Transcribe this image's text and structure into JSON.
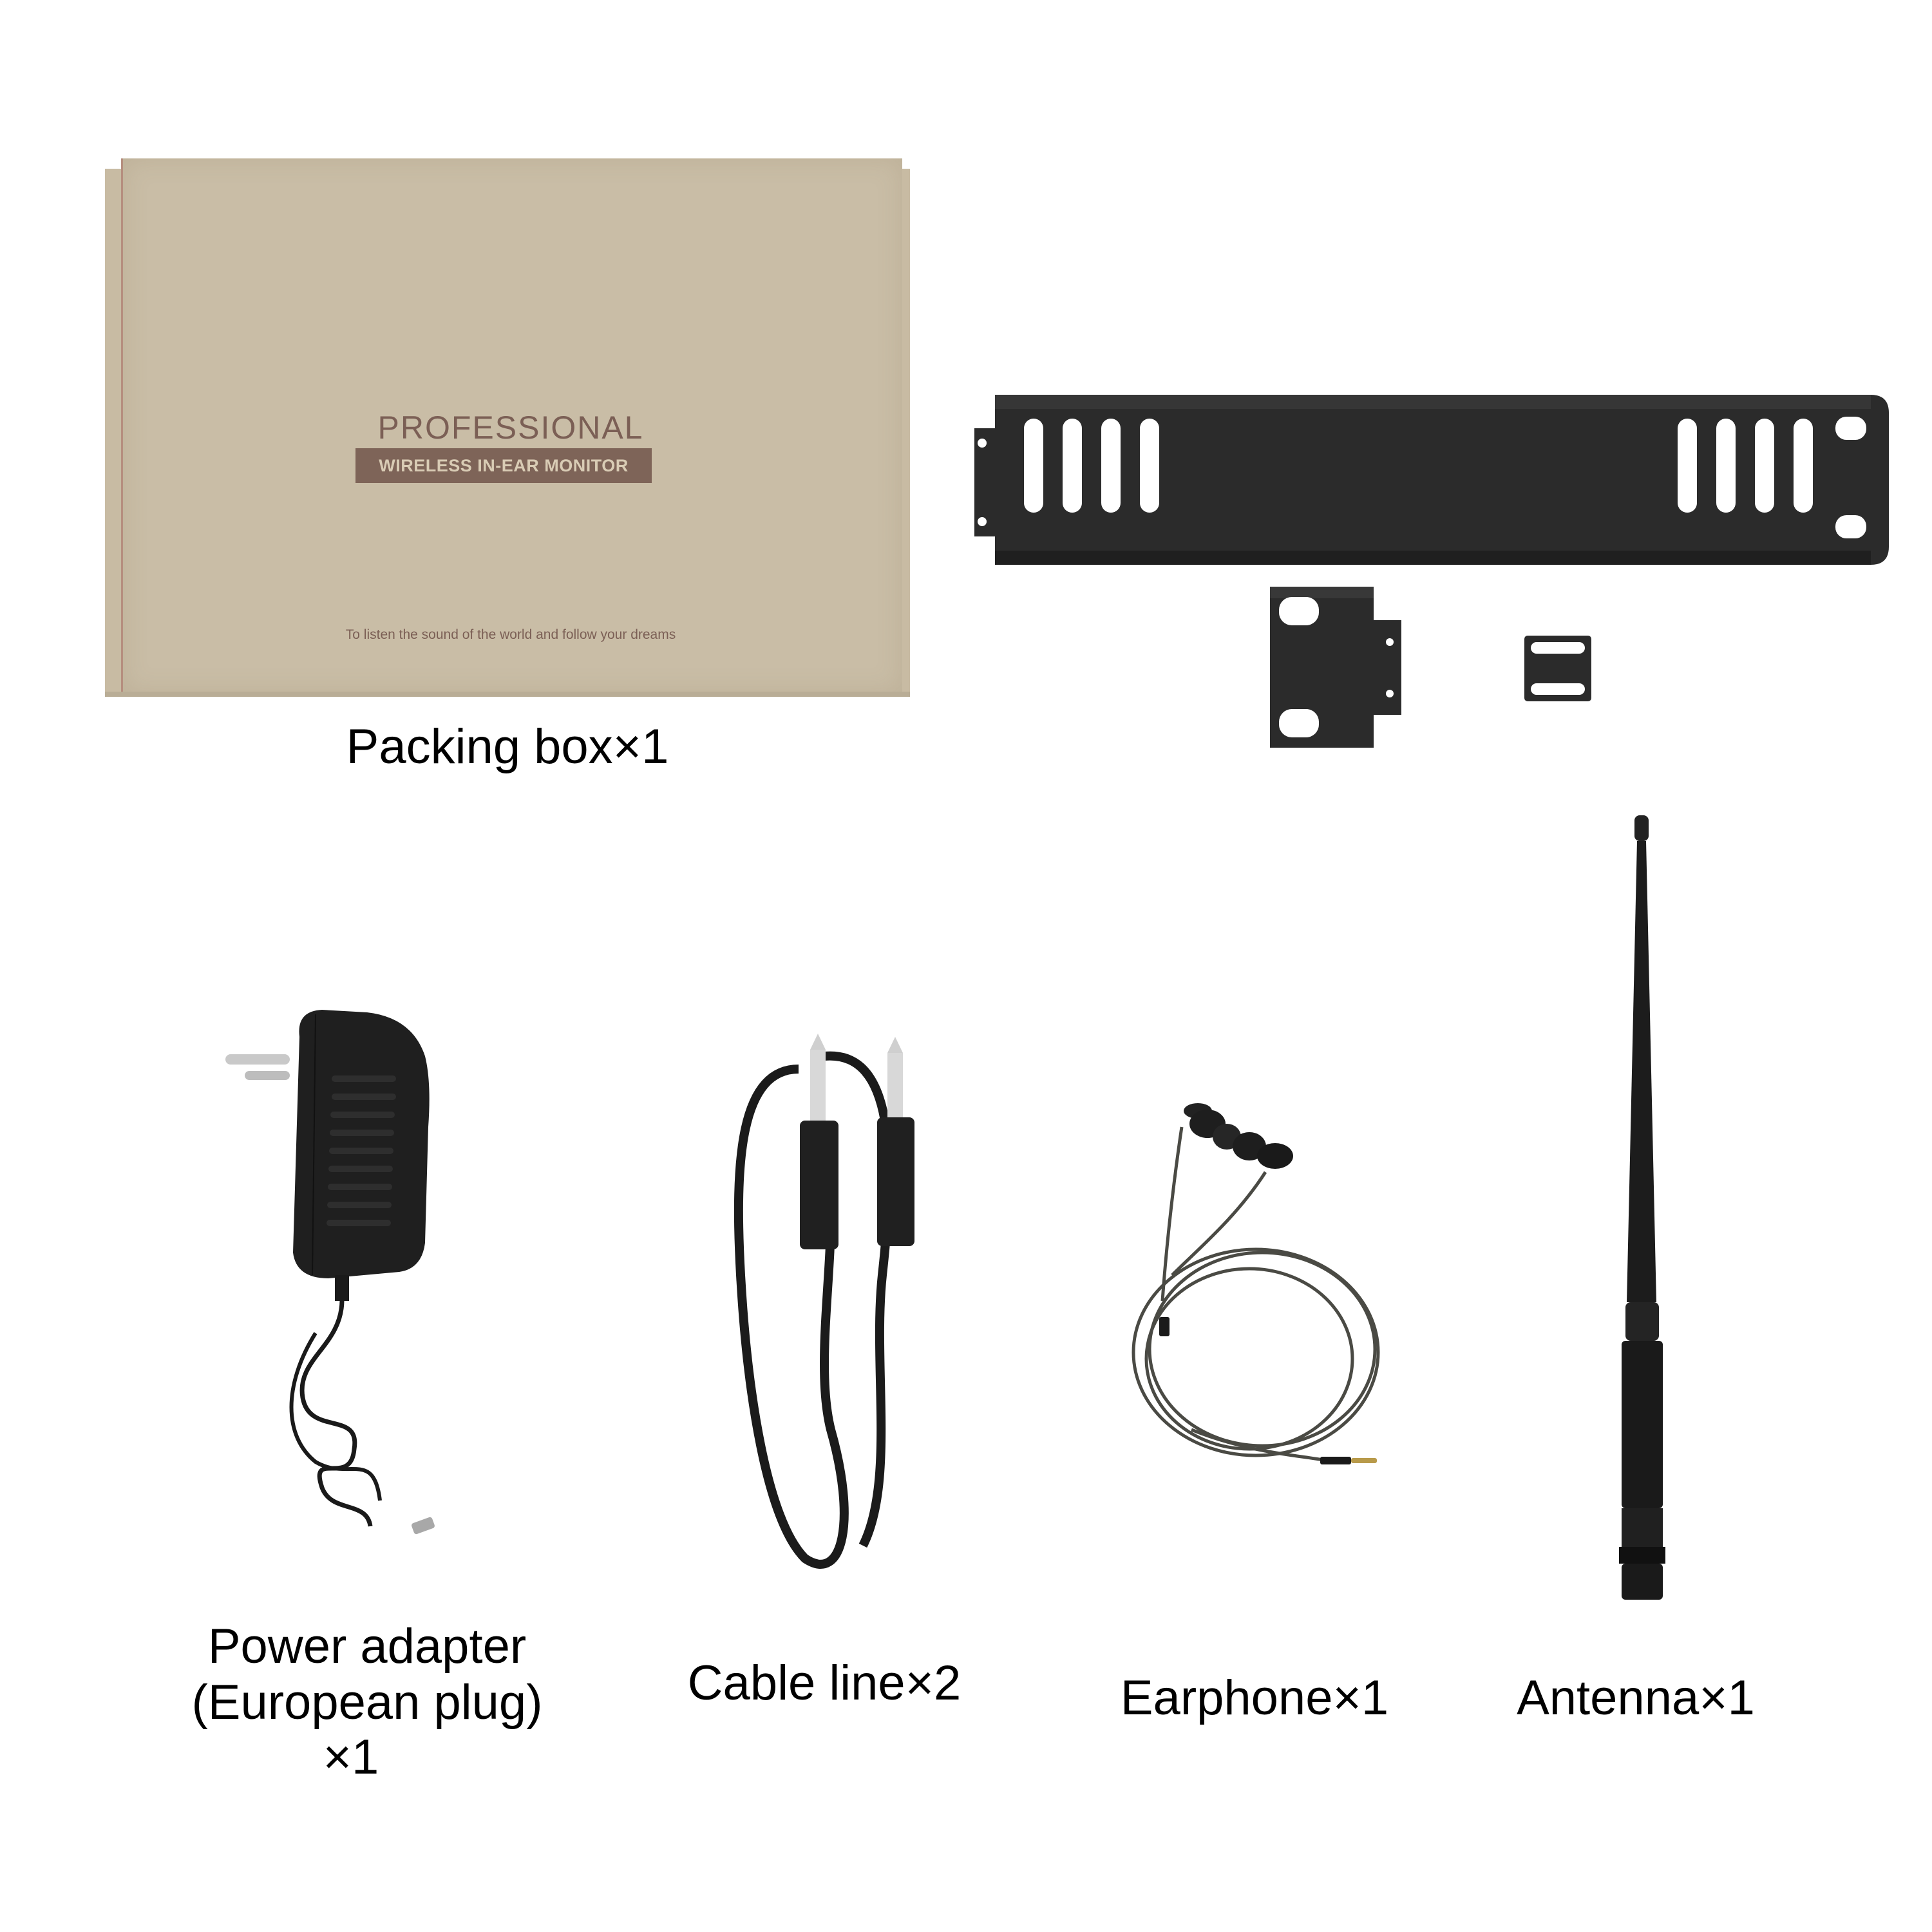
{
  "packing_box": {
    "title": "PROFESSIONAL",
    "band": "WIRELESS IN-EAR MONITOR",
    "slogan": "To listen the sound of the world and follow your dreams",
    "label": "Packing box×1",
    "color": "#c9bda6",
    "print_color": "#7e6458"
  },
  "rack_mount": {
    "item": "rack-mount-bracket-set",
    "color": "#2b2b2b"
  },
  "items": [
    {
      "id": "power-adapter",
      "label_lines": [
        "Power adapter",
        "(European plug)",
        "×1"
      ]
    },
    {
      "id": "cable-line",
      "label": "Cable line×2"
    },
    {
      "id": "earphone",
      "label": "Earphone×1"
    },
    {
      "id": "antenna",
      "label": "Antenna×1"
    }
  ]
}
